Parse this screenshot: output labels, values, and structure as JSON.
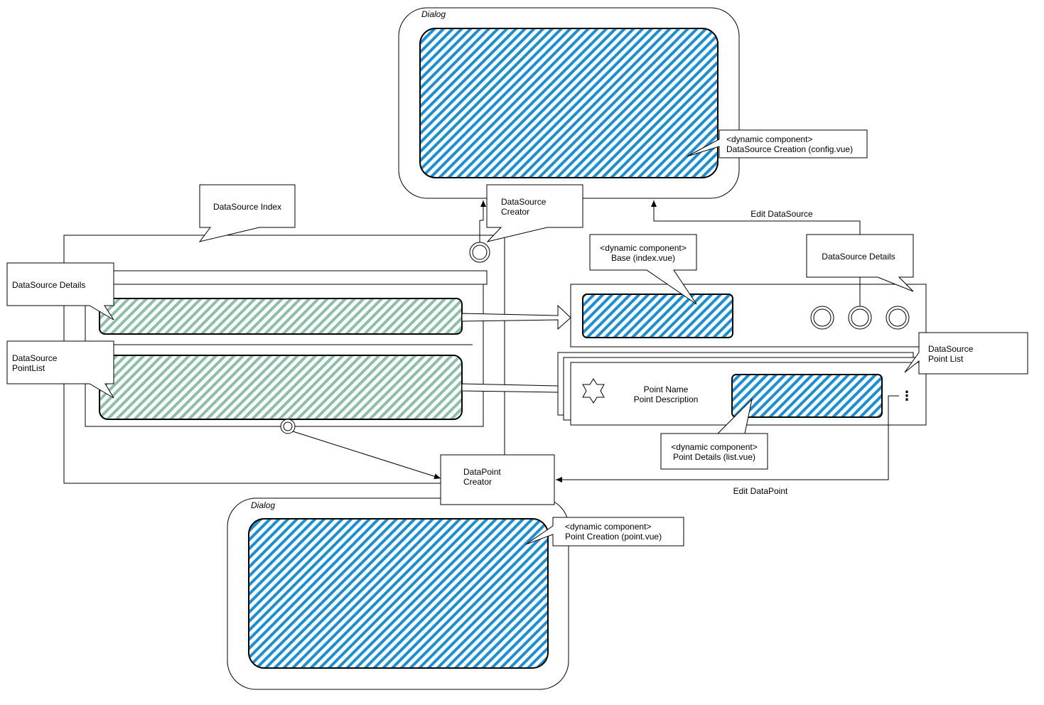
{
  "colors": {
    "blue_hatch": "#1b8fd6",
    "green_hatch": "#8dbfa8",
    "line": "#000000",
    "background": "#ffffff"
  },
  "dialog_top": {
    "title": "Dialog",
    "callout_line1": "<dynamic component>",
    "callout_line2": "DataSource Creation (config.vue)"
  },
  "dialog_bottom": {
    "title": "Dialog",
    "callout_line1": "<dynamic component>",
    "callout_line2": "Point Creation (point.vue)"
  },
  "index_panel": {
    "callout_index": "DataSource Index",
    "callout_details": "DataSource Details",
    "callout_pointlist_line1": "DataSource",
    "callout_pointlist_line2": "PointList"
  },
  "creators": {
    "datasource_line1": "DataSource",
    "datasource_line2": "Creator",
    "datapoint_line1": "DataPoint",
    "datapoint_line2": "Creator"
  },
  "details_panel": {
    "base_line1": "<dynamic component>",
    "base_line2": "Base (index.vue)",
    "details_label": "DataSource Details",
    "edit_label": "Edit DataSource"
  },
  "point_list_panel": {
    "callout_line1": "DataSource",
    "callout_line2": "Point List",
    "point_name": "Point Name",
    "point_description": "Point Description",
    "details_line1": "<dynamic component>",
    "details_line2": "Point Details (list.vue)",
    "menu_glyph": "⋮",
    "edit_label": "Edit DataPoint"
  }
}
